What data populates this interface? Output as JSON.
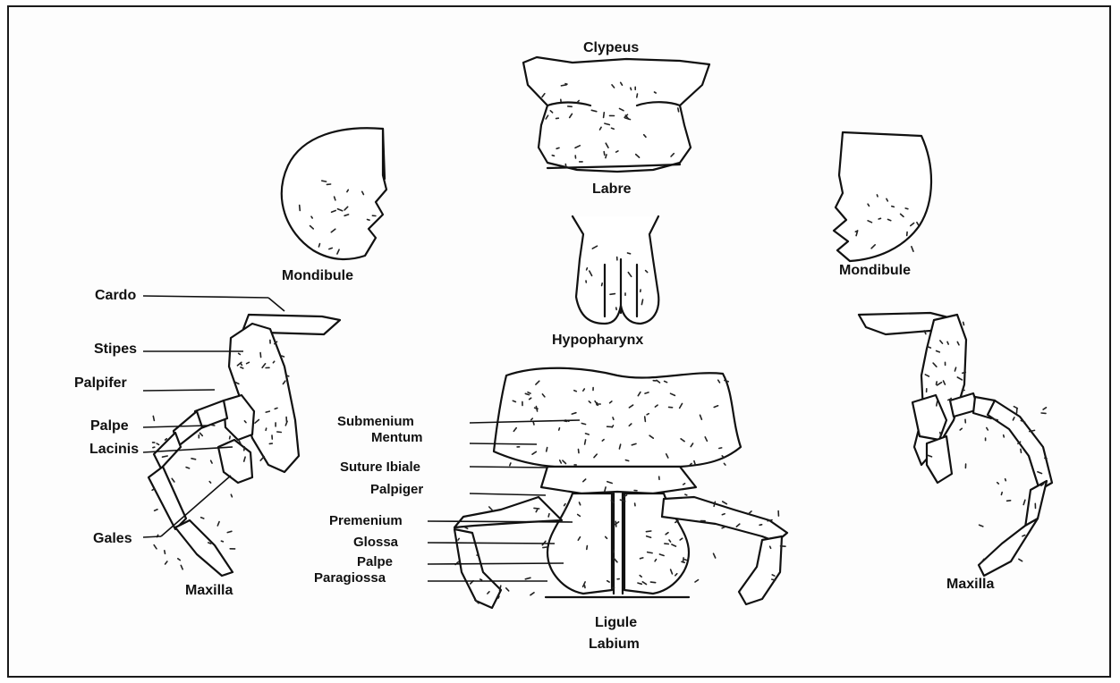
{
  "labels": {
    "clypeus": "Clypeus",
    "labre": "Labre",
    "mondibule_left": "Mondibule",
    "mondibule_right": "Mondibule",
    "hypopharynx": "Hypopharynx",
    "cardo": "Cardo",
    "stipes": "Stipes",
    "palpifer": "Palpifer",
    "palpe_maxilla": "Palpe",
    "lacinis": "Lacinis",
    "gales": "Gales",
    "maxilla_left": "Maxilla",
    "maxilla_right": "Maxilla",
    "submenium": "Submenium",
    "mentum": "Mentum",
    "suture_ibiale": "Suture Ibiale",
    "palpiger": "Palpiger",
    "premenium": "Premenium",
    "glossa": "Glossa",
    "palpe_labium": "Palpe",
    "paragiossa": "Paragiossa",
    "ligule": "Ligule",
    "labium": "Labium"
  },
  "colors": {
    "ink": "#111111",
    "paper": "#fdfdfd"
  }
}
